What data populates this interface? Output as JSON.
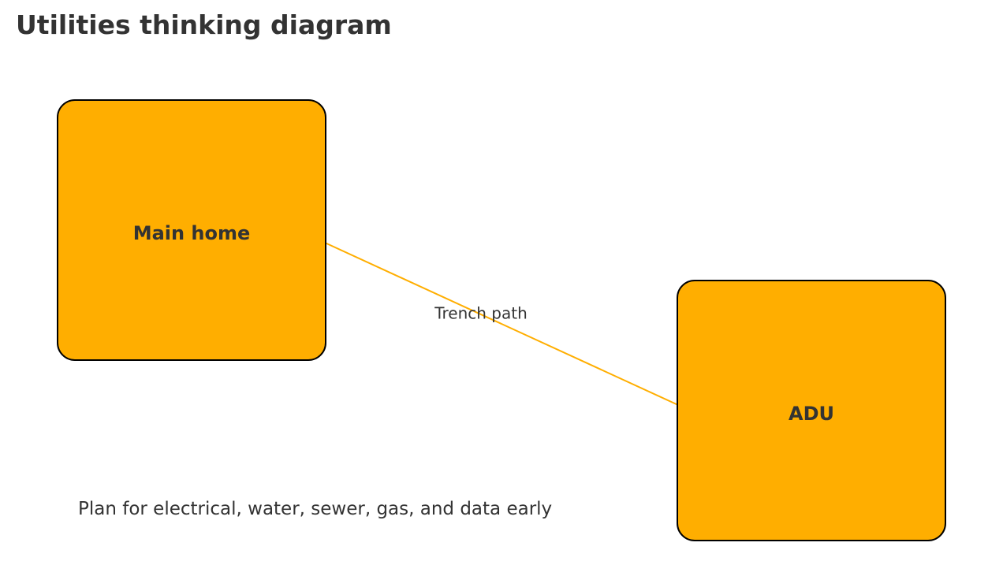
{
  "title": "Utilities thinking diagram",
  "nodes": {
    "main_home": {
      "label": "Main home"
    },
    "adu": {
      "label": "ADU"
    }
  },
  "edge": {
    "label": "Trench path"
  },
  "footnote": "Plan for electrical, water, sewer, gas, and data early",
  "colors": {
    "node_fill": "#FFAE00",
    "node_stroke": "#000000",
    "edge_stroke": "#FFAE00",
    "text": "#333333"
  }
}
